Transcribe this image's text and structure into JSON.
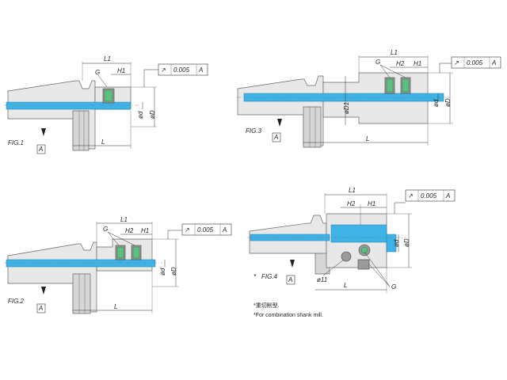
{
  "labels": {
    "L1": "L1",
    "L": "L",
    "G": "G",
    "H1": "H1",
    "H2": "H2",
    "d": "ød",
    "D": "øD",
    "D1": "øD1",
    "d11": "ø11",
    "datum": "A",
    "tolerance": "0.005",
    "tolerance_symbol": "↗"
  },
  "figures": {
    "fig1": "FIG.1",
    "fig2": "FIG.2",
    "fig3": "FIG.3",
    "fig4": "FIG.4",
    "fig4_star": "*"
  },
  "notes": {
    "line1": "*重切削型.",
    "line2": "*For combination shank mill."
  },
  "colors": {
    "bore": "#3fb3e6",
    "body": "#e8e8e8",
    "screw": "#9a9a9a",
    "line": "#333333"
  }
}
